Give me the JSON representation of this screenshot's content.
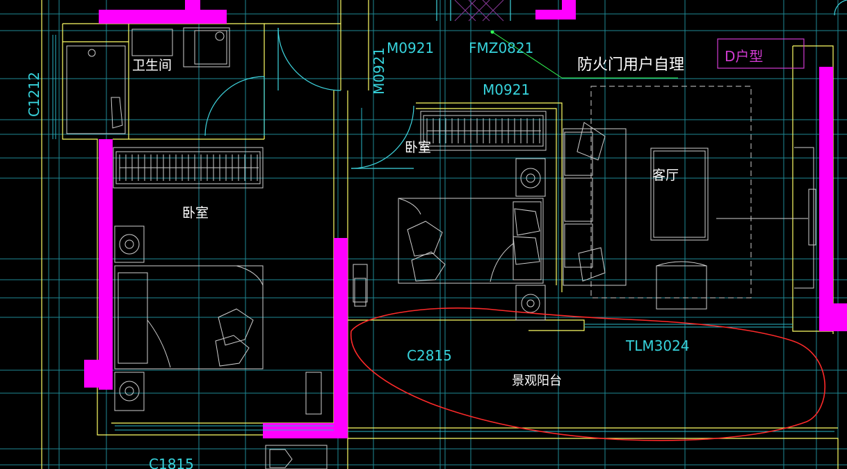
{
  "colors": {
    "background": "#000000",
    "wall": "#ff00ff",
    "wall_line": "#ffff66",
    "axis": "#2ab8c8",
    "door": "#3fd6e0",
    "furniture": "#cfcfcf",
    "label_text": "#ffffff",
    "door_label_text": "#37d3dc",
    "tag_text": "#d23bd2",
    "revision_cloud": "#ff2a2a",
    "leader": "#33ff55"
  },
  "rooms": {
    "bathroom": "卫生间",
    "bedroom_left": "卧室",
    "bedroom_mid": "卧室",
    "living": "客厅",
    "balcony": "景观阳台"
  },
  "openings": {
    "window_left_wall": "C1212",
    "door_mid_top": "M0921",
    "door_mid_vertical": "M0921",
    "fire_door": "FMZ0821",
    "door_mid_bedroom": "M0921",
    "window_balcony": "C2815",
    "sliding_door": "TLM3024",
    "window_bottom": "C1815"
  },
  "annotations": {
    "fire_door_note": "防火门用户自理",
    "unit_type": "D户型"
  }
}
